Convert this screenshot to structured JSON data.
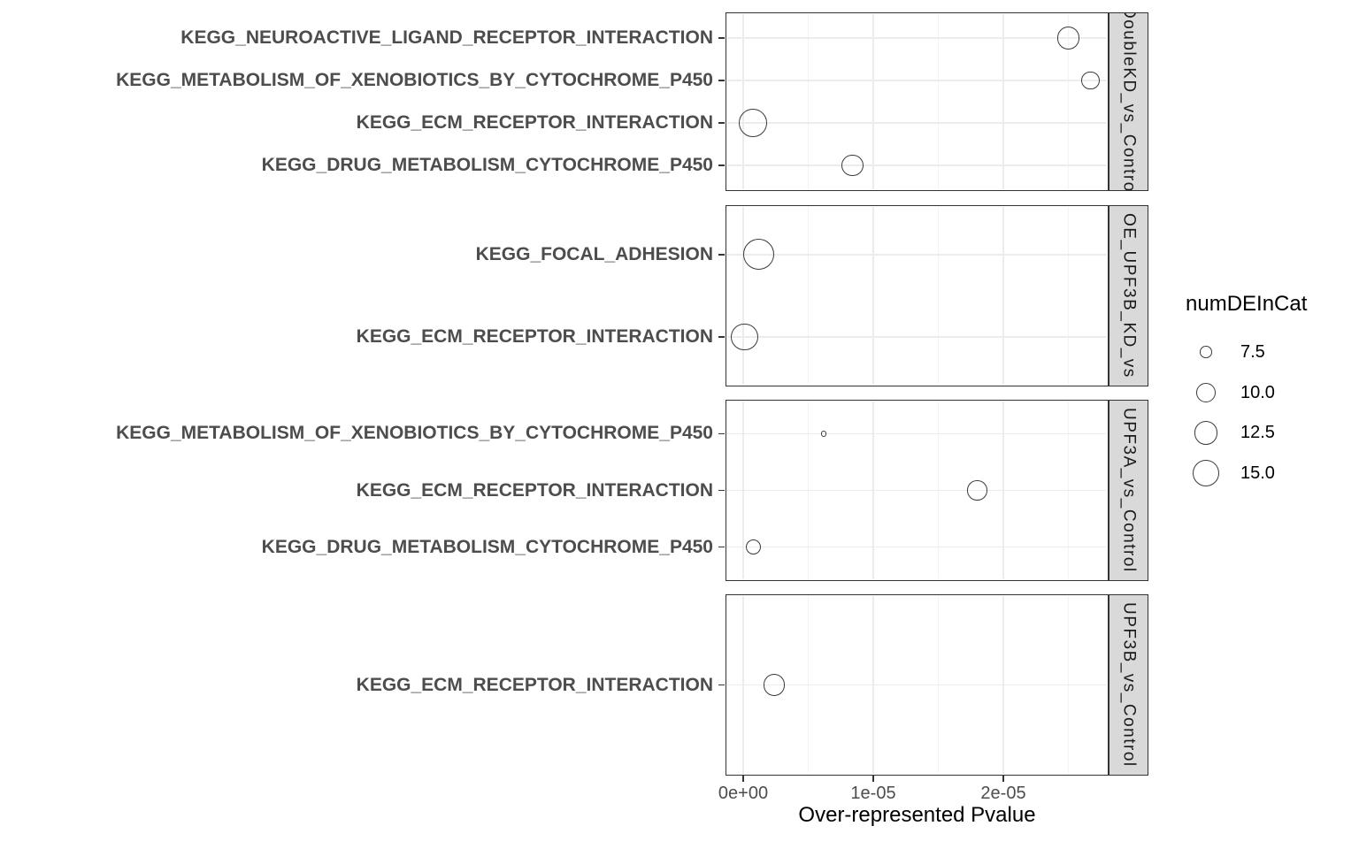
{
  "chart_data": {
    "type": "scatter",
    "subtype": "faceted-bubble-dotplot",
    "title": "",
    "xlabel": "Over-represented Pvalue",
    "ylabel": "",
    "xlim": [
      -1.4e-06,
      2.8e-05
    ],
    "grid": true,
    "x_ticks": [
      {
        "value": 0,
        "label": "0e+00"
      },
      {
        "value": 1e-05,
        "label": "1e-05"
      },
      {
        "value": 2e-05,
        "label": "2e-05"
      }
    ],
    "x_minor_gridlines": [
      5e-06,
      1.5e-05,
      2.5e-05
    ],
    "legend": {
      "title": "numDEInCat",
      "position": "right",
      "sizes": [
        {
          "value": 7.5,
          "label": "7.5"
        },
        {
          "value": 10.0,
          "label": "10.0"
        },
        {
          "value": 12.5,
          "label": "12.5"
        },
        {
          "value": 15.0,
          "label": "15.0"
        }
      ]
    },
    "facets": [
      {
        "label": "DoubleKD_vs_Control",
        "points": [
          {
            "category": "KEGG_NEUROACTIVE_LIGAND_RECEPTOR_INTERACTION",
            "pvalue": 2.5e-05,
            "numDEInCat": 12
          },
          {
            "category": "KEGG_METABOLISM_OF_XENOBIOTICS_BY_CYTOCHROME_P450",
            "pvalue": 2.67e-05,
            "numDEInCat": 9.5
          },
          {
            "category": "KEGG_ECM_RECEPTOR_INTERACTION",
            "pvalue": 7.5e-07,
            "numDEInCat": 16
          },
          {
            "category": "KEGG_DRUG_METABOLISM_CYTOCHROME_P450",
            "pvalue": 8.4e-06,
            "numDEInCat": 11
          }
        ]
      },
      {
        "label": "OE_UPF3B_KD_vs",
        "points": [
          {
            "category": "KEGG_FOCAL_ADHESION",
            "pvalue": 1.2e-06,
            "numDEInCat": 18
          },
          {
            "category": "KEGG_ECM_RECEPTOR_INTERACTION",
            "pvalue": 1e-07,
            "numDEInCat": 15
          }
        ]
      },
      {
        "label": "UPF3A_vs_Control",
        "points": [
          {
            "category": "KEGG_METABOLISM_OF_XENOBIOTICS_BY_CYTOCHROME_P450",
            "pvalue": 6.2e-06,
            "numDEInCat": 5.5
          },
          {
            "category": "KEGG_ECM_RECEPTOR_INTERACTION",
            "pvalue": 1.8e-05,
            "numDEInCat": 10
          },
          {
            "category": "KEGG_DRUG_METABOLISM_CYTOCHROME_P450",
            "pvalue": 8e-07,
            "numDEInCat": 8.5
          }
        ]
      },
      {
        "label": "UPF3B_vs_Control",
        "points": [
          {
            "category": "KEGG_ECM_RECEPTOR_INTERACTION",
            "pvalue": 2.4e-06,
            "numDEInCat": 11
          }
        ]
      }
    ],
    "colors": {
      "point_stroke": "#3a3a3a",
      "panel_border": "#333333",
      "strip_background": "#d9d9d9",
      "gridline_major": "#ececec",
      "gridline_minor": "#f3f3f3",
      "axis_text": "#4d4d4d",
      "title_text": "#000000"
    }
  }
}
